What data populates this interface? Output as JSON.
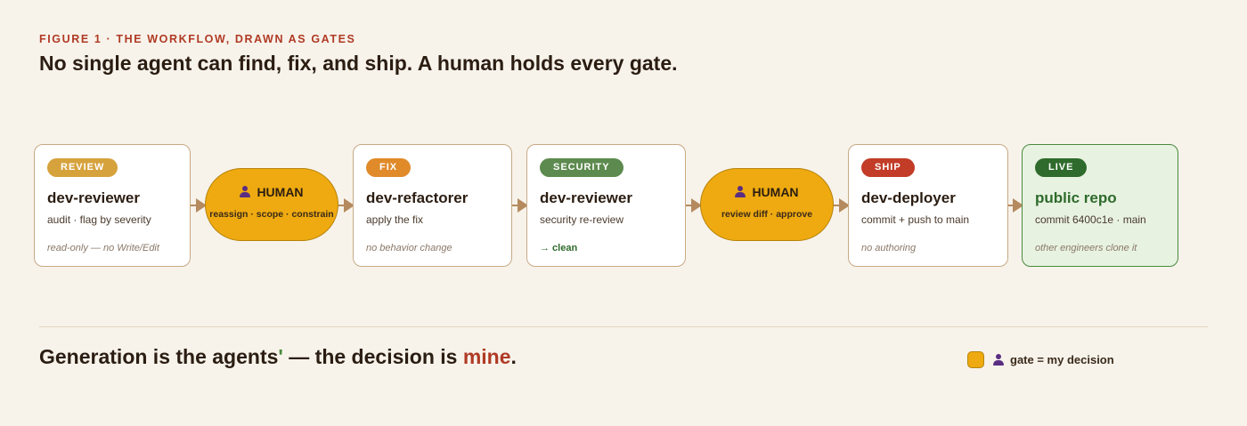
{
  "figure": {
    "eyebrow": "FIGURE 1 · THE WORKFLOW, DRAWN AS GATES",
    "headline": "No single agent can find, fix, and ship. A human holds every gate."
  },
  "stages": [
    {
      "tag": "REVIEW",
      "title": "dev-reviewer",
      "subtitle": "audit · flag by severity",
      "note": "read-only — no Write/Edit"
    },
    {
      "gate_title": "HUMAN",
      "gate_subtitle": "reassign · scope · constrain",
      "icon": "person-icon"
    },
    {
      "tag": "FIX",
      "title": "dev-refactorer",
      "subtitle": "apply the fix",
      "note": "no behavior change"
    },
    {
      "tag": "SECURITY",
      "title": "dev-reviewer",
      "subtitle": "security re-review",
      "note": "→ clean"
    },
    {
      "gate_title": "HUMAN",
      "gate_subtitle": "review diff · approve",
      "icon": "person-icon"
    },
    {
      "tag": "SHIP",
      "title": "dev-deployer",
      "subtitle": "commit + push to main",
      "note": "no authoring"
    },
    {
      "tag": "LIVE",
      "title": "public repo",
      "subtitle": "commit 6400c1e · main",
      "note": "other engineers clone it"
    }
  ],
  "footer": {
    "part1": "Generation is the agents",
    "apostrophe": "'",
    "part2": " — the decision is ",
    "highlight": "mine",
    "period": "."
  },
  "legend": {
    "label": "gate = my decision",
    "icon": "person-icon"
  },
  "colors": {
    "background": "#f7f3eb",
    "gate": "#eeaa10",
    "review": "#d6a23c",
    "fix": "#e08a2a",
    "security": "#5d8a4e",
    "ship": "#c23c28",
    "live": "#2e6b2c",
    "accent": "#b03a24"
  }
}
